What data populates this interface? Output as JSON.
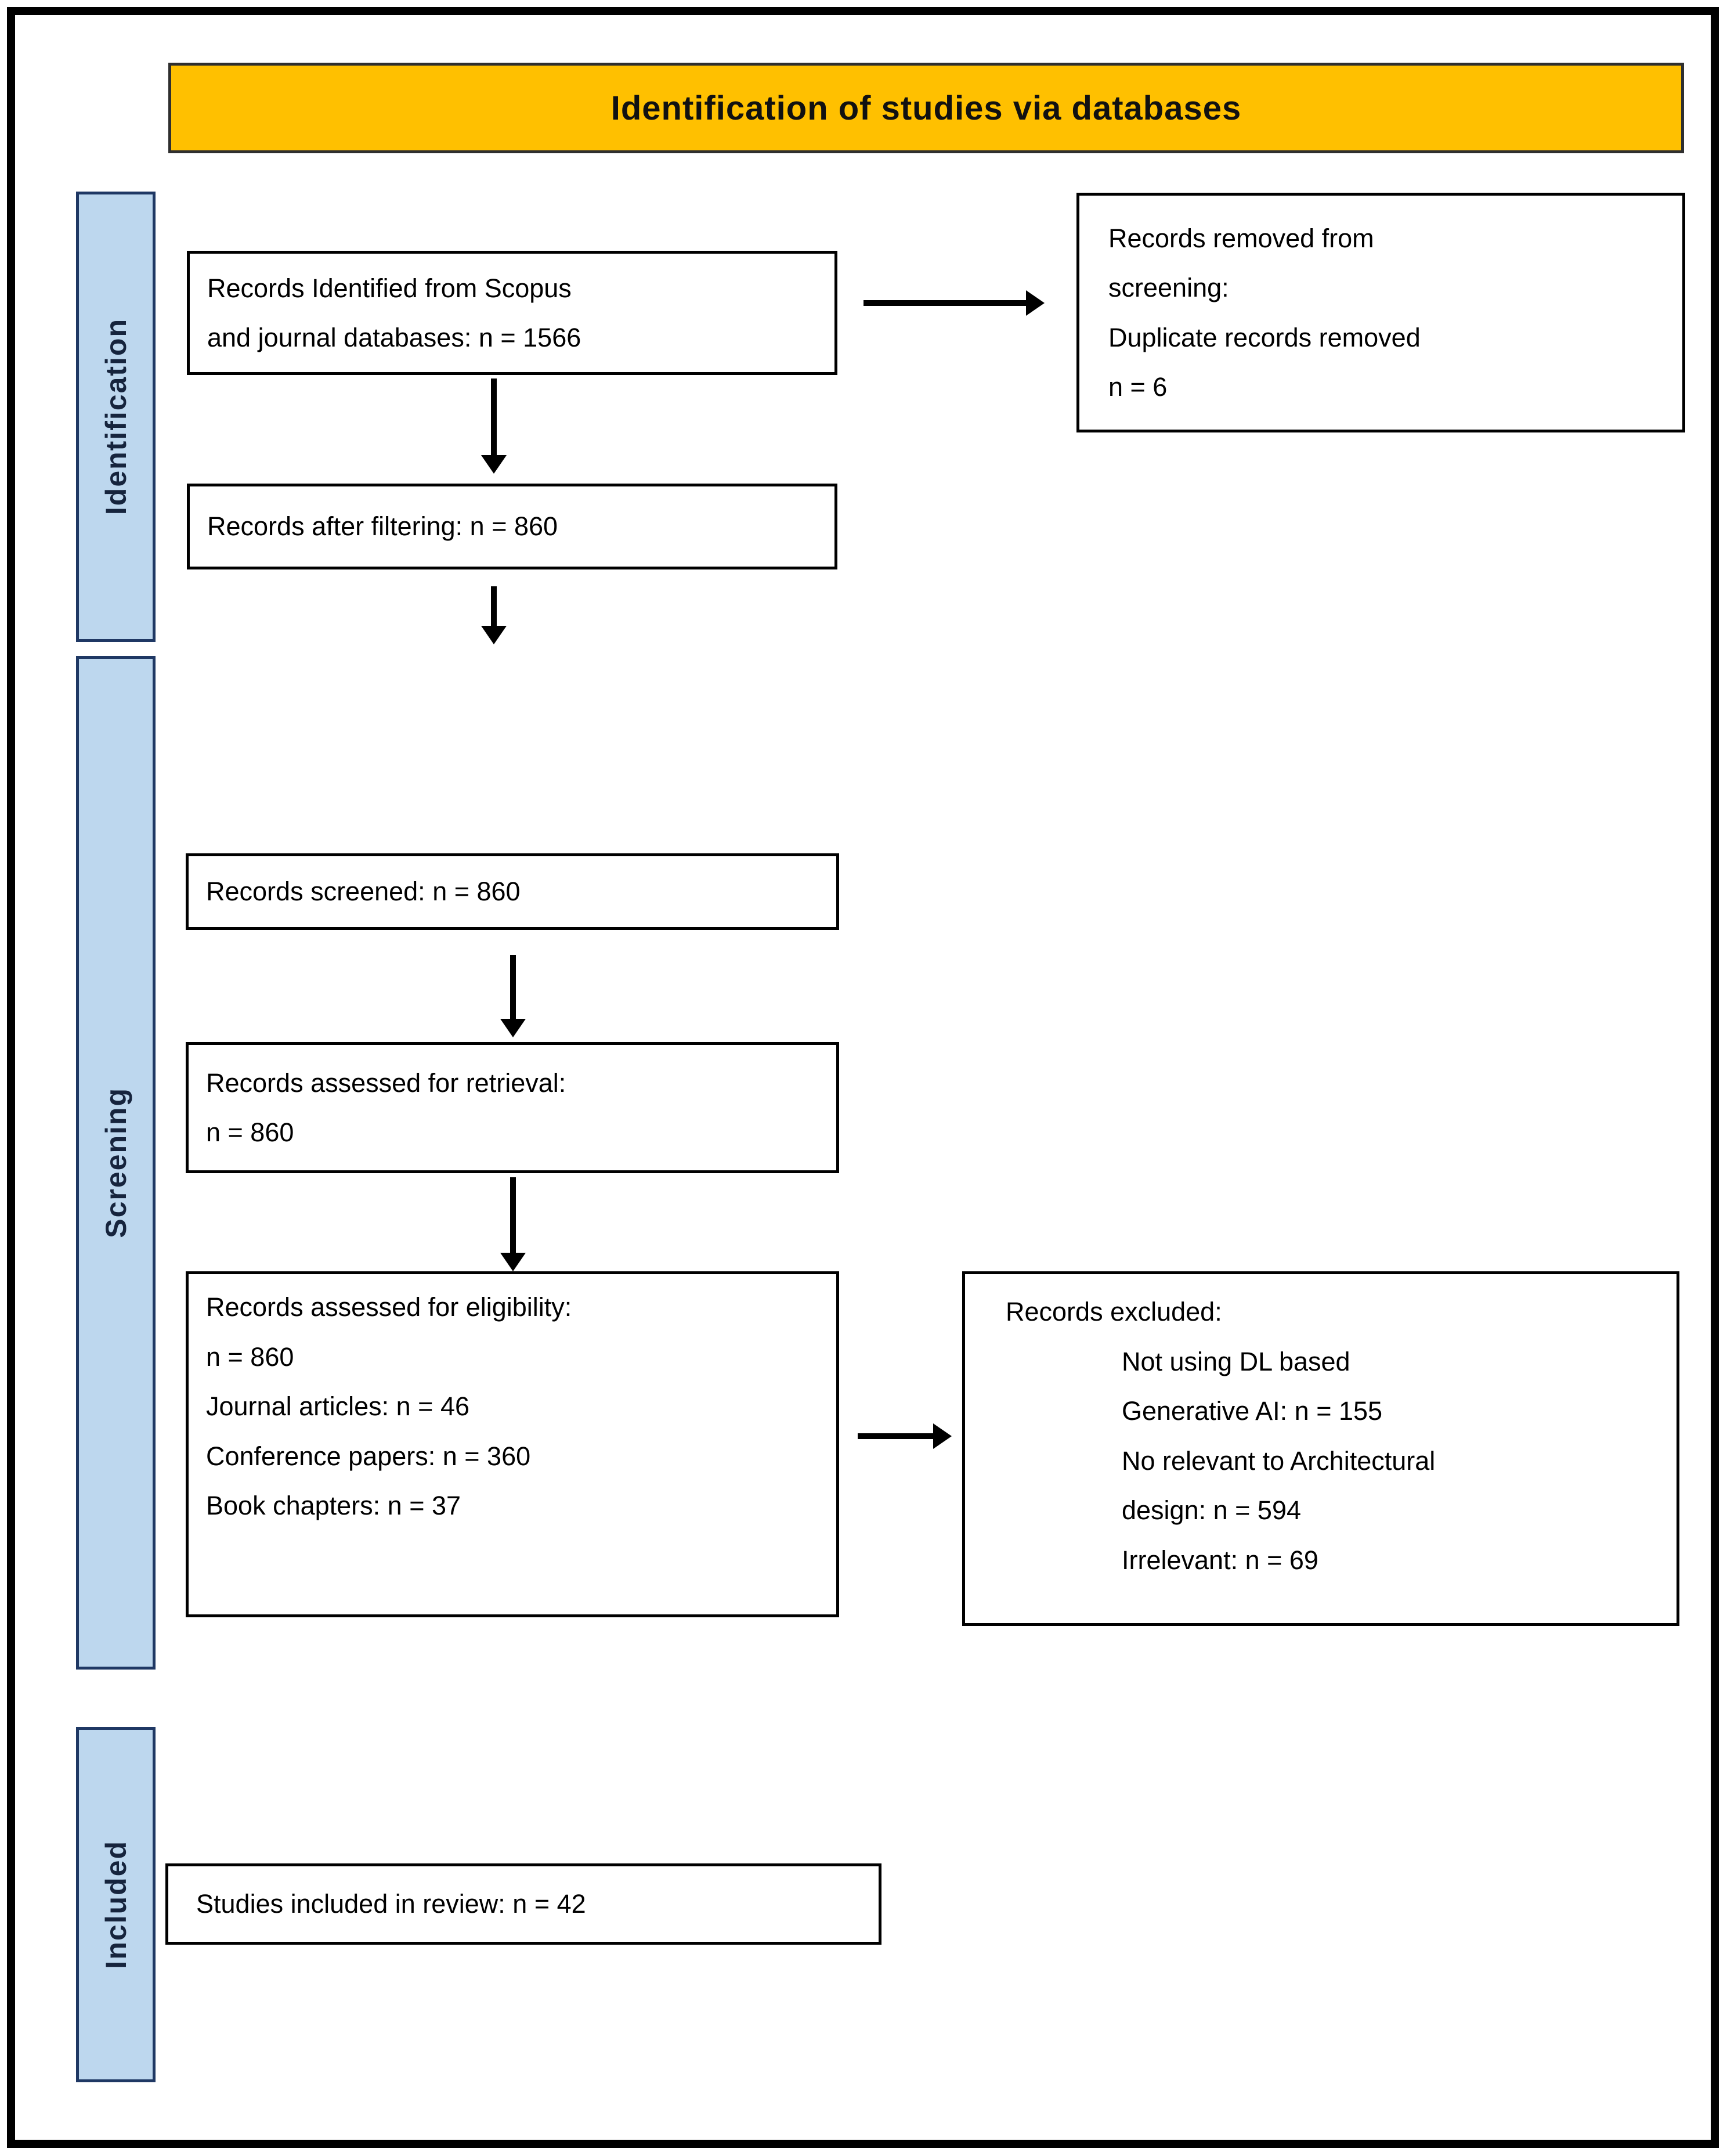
{
  "colors": {
    "banner_fill": "#FFC000",
    "banner_border": "#2F2F2F",
    "stage_fill": "#BDD7EE",
    "stage_border": "#1F3864",
    "stage_text": "#16243D",
    "box_border": "#000000",
    "arrow": "#000000",
    "page_bg": "#FFFFFF",
    "frame_border": "#000000",
    "text": "#000000"
  },
  "header": {
    "title": "Identification of studies via databases"
  },
  "stages": {
    "identification": "Identification",
    "screening": "Screening",
    "included": "Included"
  },
  "boxes": {
    "identified": "Records Identified from Scopus\nand journal databases: n = 1566",
    "duplicates_removed": "Records removed from\nscreening:\nDuplicate records removed\nn = 6",
    "after_filtering": "Records after filtering: n = 860",
    "screened": "Records screened: n = 860",
    "retrieval": "Records assessed for retrieval:\nn = 860",
    "eligibility": "Records assessed for eligibility:\nn = 860\nJournal articles: n = 46\nConference papers: n = 360\nBook chapters: n = 37",
    "excluded_header": "Records excluded:",
    "excluded_details": "Not using DL based\nGenerative AI: n = 155\nNo relevant to Architectural\ndesign: n = 594\nIrrelevant: n = 69",
    "included_studies": "Studies included in review: n = 42"
  }
}
